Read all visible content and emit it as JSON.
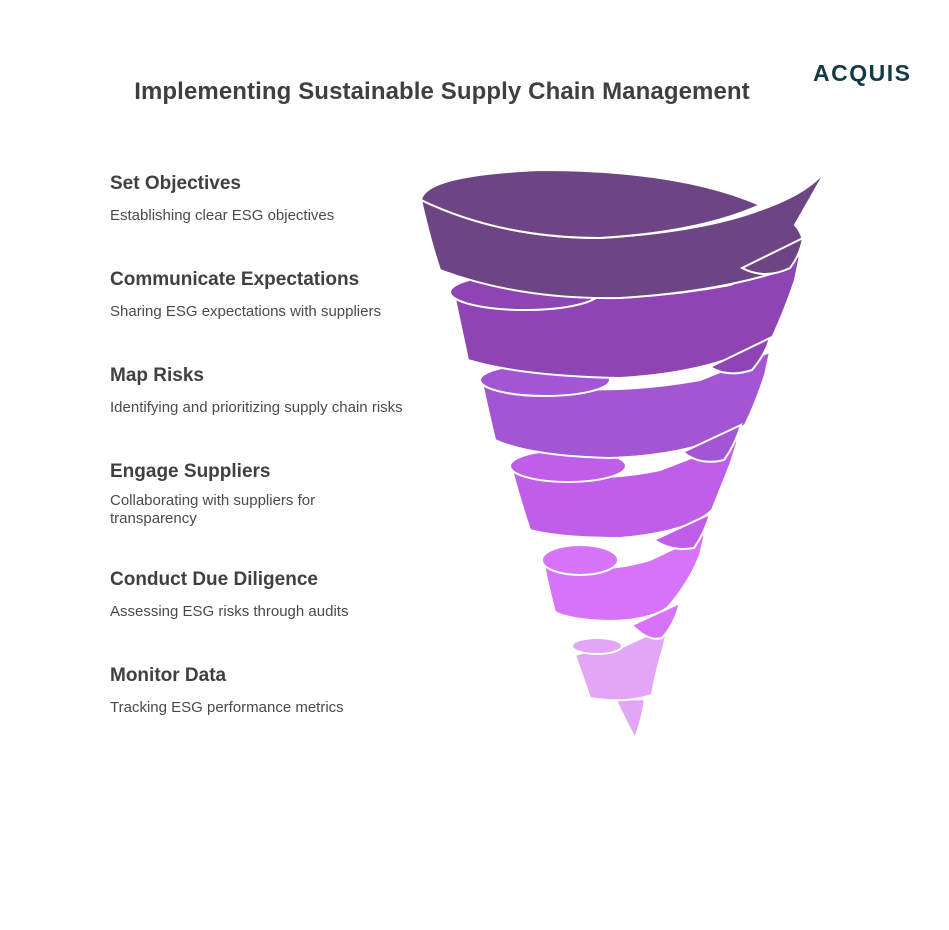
{
  "title": "Implementing Sustainable Supply Chain Management",
  "logo": {
    "text": "ACQUIS",
    "color": "#123a44"
  },
  "steps": [
    {
      "title": "Set Objectives",
      "description": "Establishing clear ESG objectives",
      "color": "#6e4584"
    },
    {
      "title": "Communicate Expectations",
      "description": "Sharing ESG expectations with suppliers",
      "color": "#8e44b3"
    },
    {
      "title": "Map Risks",
      "description": "Identifying and prioritizing supply chain risks",
      "color": "#a356d3"
    },
    {
      "title": "Engage Suppliers",
      "description": "Collaborating with suppliers for transparency",
      "color": "#be5ee9"
    },
    {
      "title": "Conduct Due Diligence",
      "description": "Assessing ESG risks through audits",
      "color": "#d673f8"
    },
    {
      "title": "Monitor Data",
      "description": "Tracking ESG performance metrics",
      "color": "#e3a6f7"
    }
  ]
}
